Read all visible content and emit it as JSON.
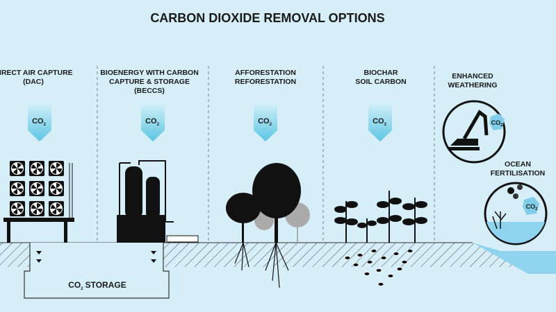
{
  "title": "CARBON DIOXIDE REMOVAL OPTIONS",
  "co2_label": "CO",
  "co2_subscript": "2",
  "storage_label": "STORAGE",
  "options": [
    {
      "lines": [
        "DIRECT AIR CAPTURE",
        "(DAC)"
      ]
    },
    {
      "lines": [
        "BIOENERGY WITH CARBON",
        "CAPTURE & STORAGE",
        "(BECCS)"
      ]
    },
    {
      "lines": [
        "AFFORESTATION",
        "REFORESTATION"
      ]
    },
    {
      "lines": [
        "BIOCHAR",
        "SOIL CARBON"
      ]
    },
    {
      "lines": [
        "ENHANCED",
        "WEATHERING"
      ]
    },
    {
      "lines": [
        "OCEAN",
        "FERTILISATION"
      ]
    }
  ],
  "colors": {
    "background": "#d5eef7",
    "arrow_top": "#d0eef8",
    "arrow_bottom": "#5cc6e3",
    "water": "#8fd3ee",
    "ink": "#111111"
  }
}
